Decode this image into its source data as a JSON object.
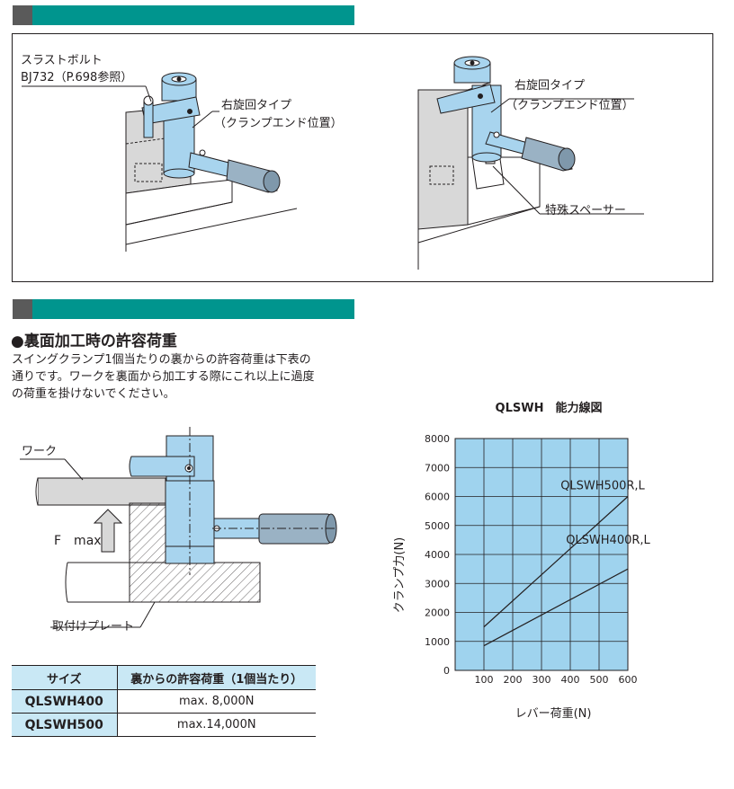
{
  "top_section": {
    "left_callout_line1": "スラストボルト",
    "left_callout_line2": "BJ732（P.698参照）",
    "left_type_line1": "右旋回タイプ",
    "left_type_line2": "（クランプエンド位置）",
    "right_type_line1": "右旋回タイプ",
    "right_type_line2": "（クランプエンド位置）",
    "spacer_label": "特殊スペーサー"
  },
  "bottom_section": {
    "heading": "●裏面加工時の許容荷重",
    "paragraph": [
      "スイングクランプ1個当たりの裏からの許容荷重は下表の",
      "通りです。ワークを裏面から加工する際にこれ以上に過度",
      "の荷重を掛けないでください。"
    ],
    "diagram": {
      "work_label": "ワーク",
      "force_label": "F　max",
      "plate_label": "取付けプレート"
    },
    "table": {
      "headers": [
        "サイズ",
        "裏からの許容荷重（1個当たり）"
      ],
      "rows": [
        {
          "size": "QLSWH400",
          "load": "max.  8,000N"
        },
        {
          "size": "QLSWH500",
          "load": "max.14,000N"
        }
      ]
    }
  },
  "chart_data": {
    "type": "line",
    "title": "QLSWH　能力線図",
    "xlabel": "レバー荷重(N)",
    "ylabel": "クランプ力(N)",
    "xlim": [
      0,
      600
    ],
    "ylim": [
      0,
      8000
    ],
    "xticks": [
      100,
      200,
      300,
      400,
      500,
      600
    ],
    "yticks": [
      0,
      1000,
      2000,
      3000,
      4000,
      5000,
      6000,
      7000,
      8000
    ],
    "grid": true,
    "background": "#9fd3ee",
    "series": [
      {
        "name": "QLSWH500R,L",
        "x": [
          100,
          600
        ],
        "y": [
          1500,
          6000
        ]
      },
      {
        "name": "QLSWH400R,L",
        "x": [
          100,
          600
        ],
        "y": [
          850,
          3500
        ]
      }
    ]
  },
  "colors": {
    "teal": "#00958e",
    "dark_gray": "#5a5a5a",
    "light_blue": "#c9e8f5",
    "chart_blue": "#9fd3ee",
    "metal_blue": "#a8d4ee"
  }
}
